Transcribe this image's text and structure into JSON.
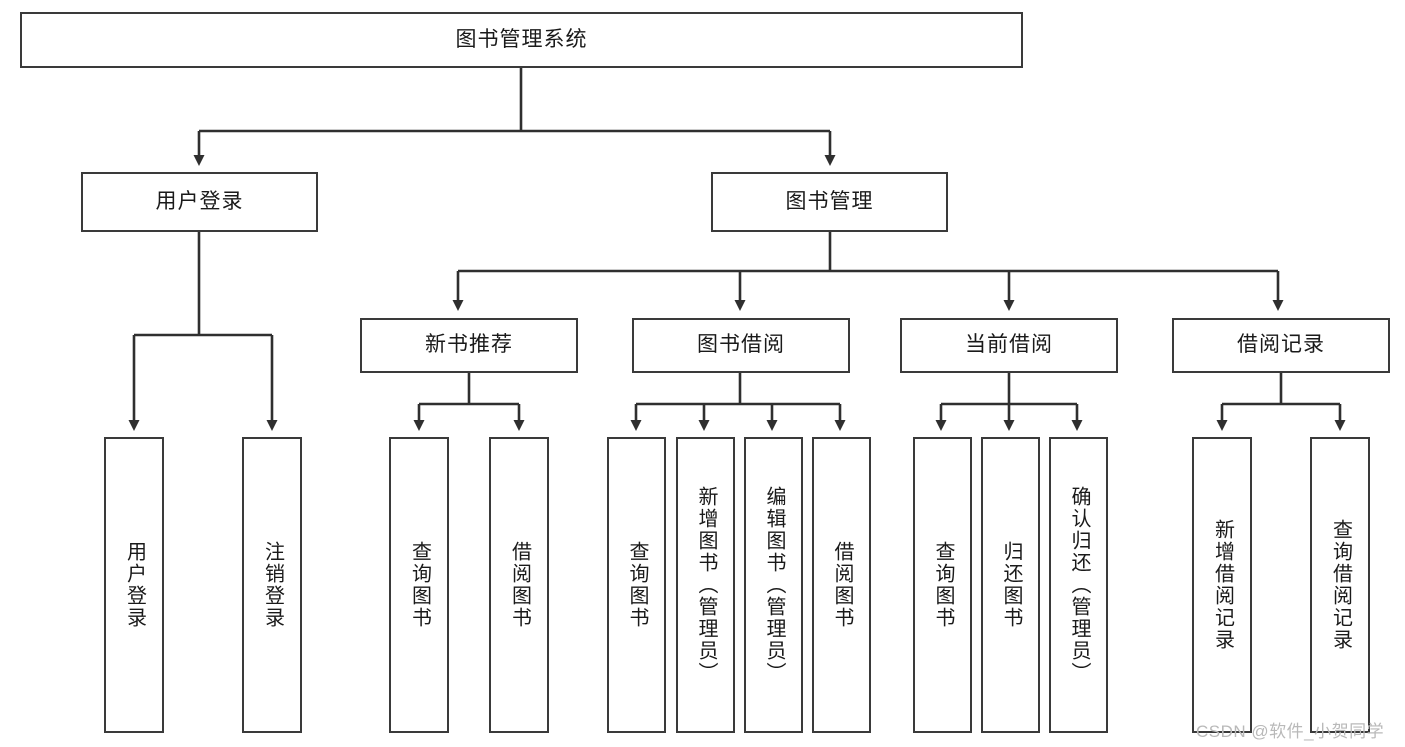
{
  "diagram": {
    "title": "图书管理系统",
    "type": "tree-hierarchy-chart",
    "orientation": "top-down",
    "colors": {
      "box_border": "#3a3a3a",
      "box_fill": "#ffffff",
      "connector": "#2f2f2f",
      "text": "#1a1a1a",
      "background": "#ffffff",
      "watermark": "#b9b9b9"
    },
    "root": {
      "label": "图书管理系统"
    },
    "level2": [
      {
        "label": "用户登录"
      },
      {
        "label": "图书管理"
      }
    ],
    "level3": [
      {
        "label": "新书推荐"
      },
      {
        "label": "图书借阅"
      },
      {
        "label": "当前借阅"
      },
      {
        "label": "借阅记录"
      }
    ],
    "leaves": {
      "user_login": [
        {
          "label": "用户登录"
        },
        {
          "label": "注销登录"
        }
      ],
      "new_book_recommend": [
        {
          "label": "查询图书"
        },
        {
          "label": "借阅图书"
        }
      ],
      "book_borrow": [
        {
          "label": "查询图书"
        },
        {
          "label": "新增图书（管理员）"
        },
        {
          "label": "编辑图书（管理员）"
        },
        {
          "label": "借阅图书"
        }
      ],
      "current_borrow": [
        {
          "label": "查询图书"
        },
        {
          "label": "归还图书"
        },
        {
          "label": "确认归还（管理员）"
        }
      ],
      "borrow_record": [
        {
          "label": "新增借阅记录"
        },
        {
          "label": "查询借阅记录"
        }
      ]
    },
    "watermark": "CSDN @软件_小贺同学"
  }
}
